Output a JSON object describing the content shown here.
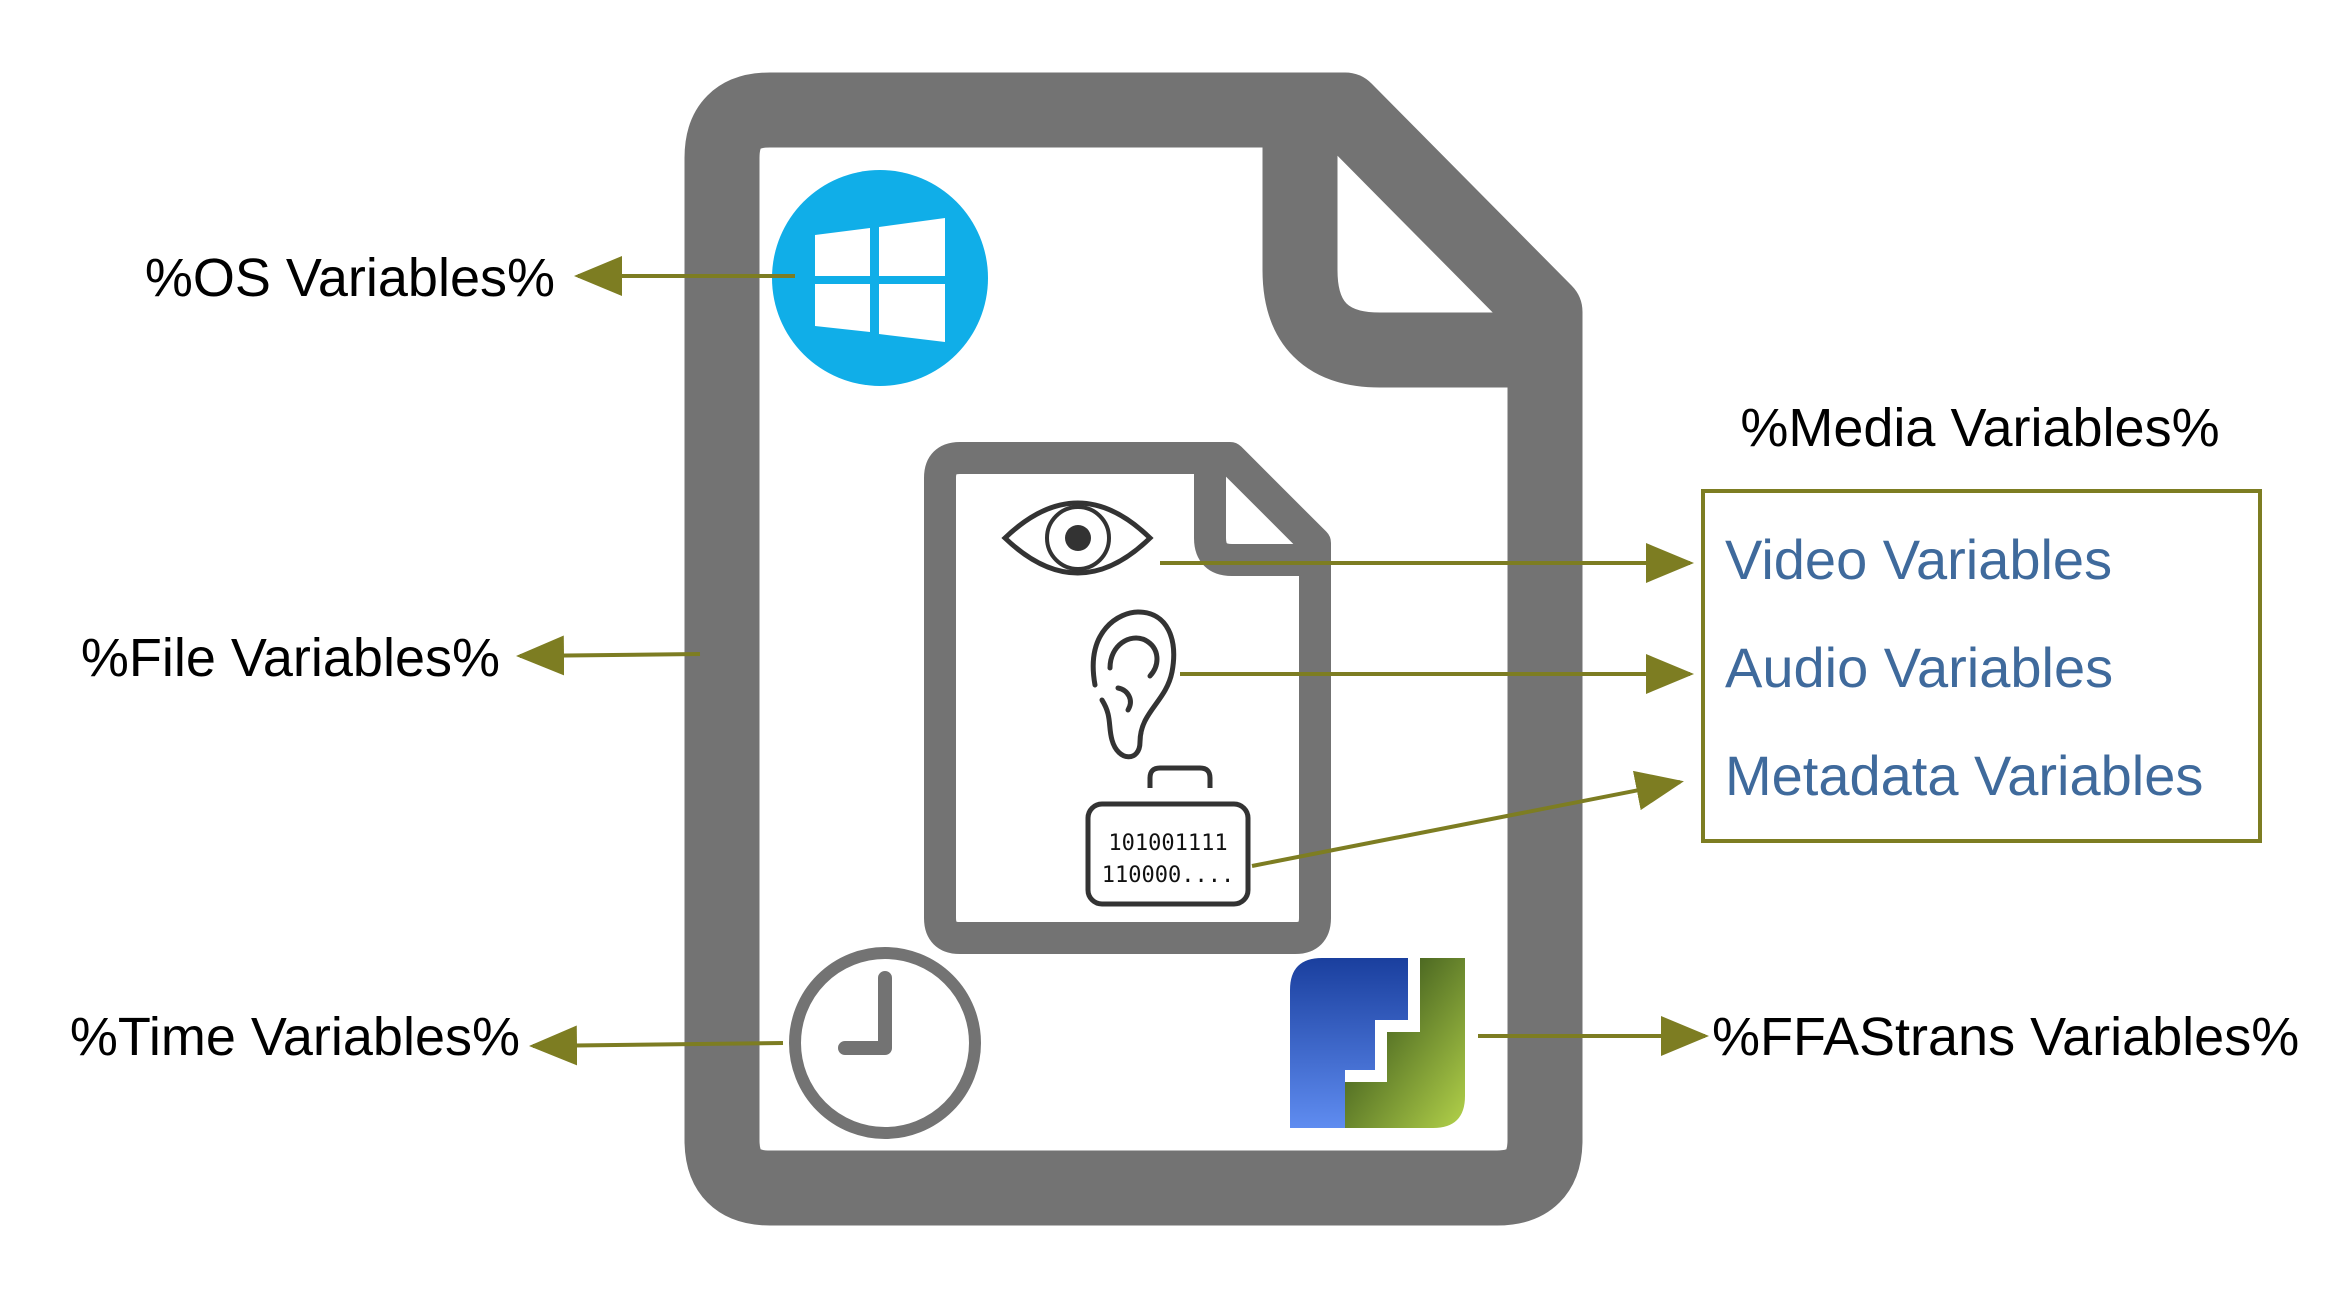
{
  "diagram": {
    "labels": {
      "os": "%OS Variables%",
      "file": "%File Variables%",
      "time": "%Time Variables%",
      "media": "%Media Variables%",
      "ffastrans": "%FFAStrans Variables%"
    },
    "media_box": {
      "video": "Video Variables",
      "audio": "Audio Variables",
      "metadata": "Metadata Variables"
    },
    "binary_lines": [
      "101001111",
      "110000...."
    ],
    "icons": [
      "document-icon",
      "windows-logo-icon",
      "eye-icon",
      "ear-icon",
      "binary-briefcase-icon",
      "clock-icon",
      "ffastrans-logo-icon"
    ],
    "colors": {
      "arrow": "#7d7d22",
      "document": "#737373",
      "windows_blue": "#10aee8",
      "text_blue": "#3f6a9c",
      "logo_blue": "#2a5fd8",
      "logo_green": "#8fb83a"
    }
  }
}
